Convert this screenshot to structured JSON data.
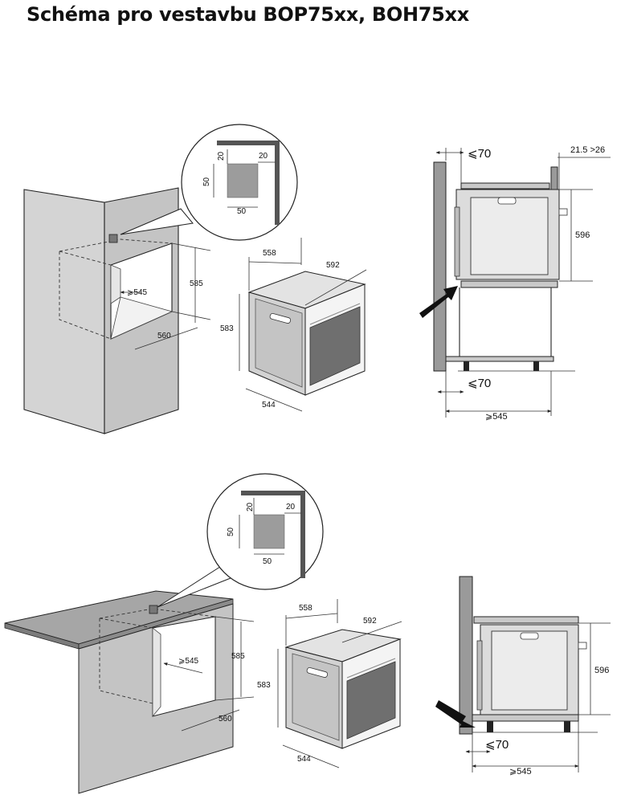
{
  "title": "Schéma pro vestavbu BOP75xx, BOH75xx",
  "top": {
    "zoom": {
      "d20_v": "20",
      "d20_h": "20",
      "d50_v": "50",
      "d50_h": "50"
    },
    "niche": {
      "depth": "⩾545",
      "height": "585",
      "width": "560"
    },
    "oven": {
      "width_top": "558",
      "depth_top": "592",
      "height": "583",
      "width_bottom": "544"
    },
    "side": {
      "gap_top": "⩽70",
      "overhang": "21.5 >26",
      "height": "596",
      "gap_bottom": "⩽70",
      "depth": "⩾545"
    }
  },
  "bottom": {
    "zoom": {
      "d20_v": "20",
      "d20_h": "20",
      "d50_v": "50",
      "d50_h": "50"
    },
    "niche": {
      "depth": "⩾545",
      "height": "585",
      "width": "560"
    },
    "oven": {
      "width_top": "558",
      "depth_top": "592",
      "height": "583",
      "width_bottom": "544"
    },
    "side": {
      "height": "596",
      "gap_bottom": "⩽70",
      "depth": "⩾545"
    }
  },
  "colors": {
    "panel": "#d4d4d4",
    "panel_dark": "#8f8f8f",
    "wall": "#9a9a9a",
    "outline": "#222222"
  }
}
